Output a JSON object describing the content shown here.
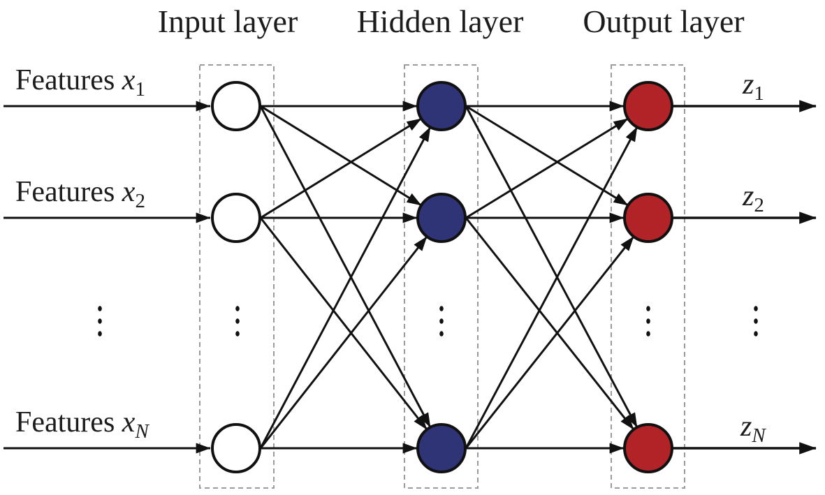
{
  "figure": {
    "kind": "feedforward-neural-network-diagram",
    "layer_titles": {
      "input": "Input layer",
      "hidden": "Hidden layer",
      "output": "Output layer"
    },
    "colors": {
      "input_node_fill": "#FFFFFF",
      "hidden_node_fill": "#2E3476",
      "output_node_fill": "#B22328",
      "node_border": "#111111",
      "connection": "#111111",
      "layer_box_border": "#9B9B9B",
      "text": "#1C1C1C"
    },
    "input_labels": [
      {
        "prefix": "Features ",
        "variable": "x",
        "subscript": "1"
      },
      {
        "prefix": "Features ",
        "variable": "x",
        "subscript": "2"
      },
      {
        "prefix": "Features ",
        "variable": "x",
        "subscript": "N"
      }
    ],
    "output_labels": [
      {
        "variable": "z",
        "subscript": "1"
      },
      {
        "variable": "z",
        "subscript": "2"
      },
      {
        "variable": "z",
        "subscript": "N"
      }
    ],
    "ellipsis_glyph": "continuation-dots"
  }
}
